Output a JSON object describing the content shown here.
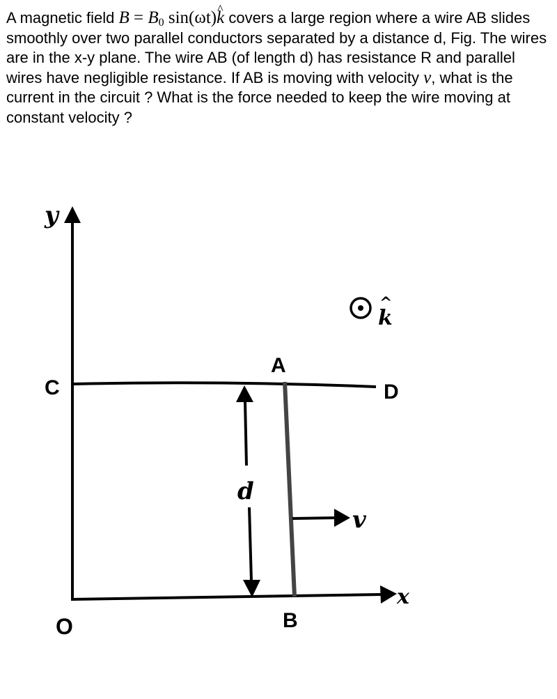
{
  "question": {
    "part1": "A magnetic field ",
    "formula": {
      "B": "B",
      "eq": " = ",
      "B0": "B",
      "sub0": "0",
      "sin": " sin",
      "arg": "(ωt)",
      "k": "k",
      "hat": "^"
    },
    "part2": " covers a large region where a wire AB slides smoothly over two parallel conductors separated by a distance d, Fig. The wires are in the x-y plane. The wire AB (of length d) has resistance R and parallel wires have negligible resistance. If AB is moving with velocity ",
    "v": "v",
    "part3": ", what is the current in the circuit ? What is the force needed to keep the wire moving at constant velocity ?"
  },
  "figure": {
    "axis_y": "y",
    "axis_x": "x",
    "label_C": "C",
    "label_D": "D",
    "label_A": "A",
    "label_B": "B",
    "label_O": "O",
    "label_d": "d",
    "label_v": "v",
    "label_k": "k",
    "label_k_hat": "^"
  }
}
